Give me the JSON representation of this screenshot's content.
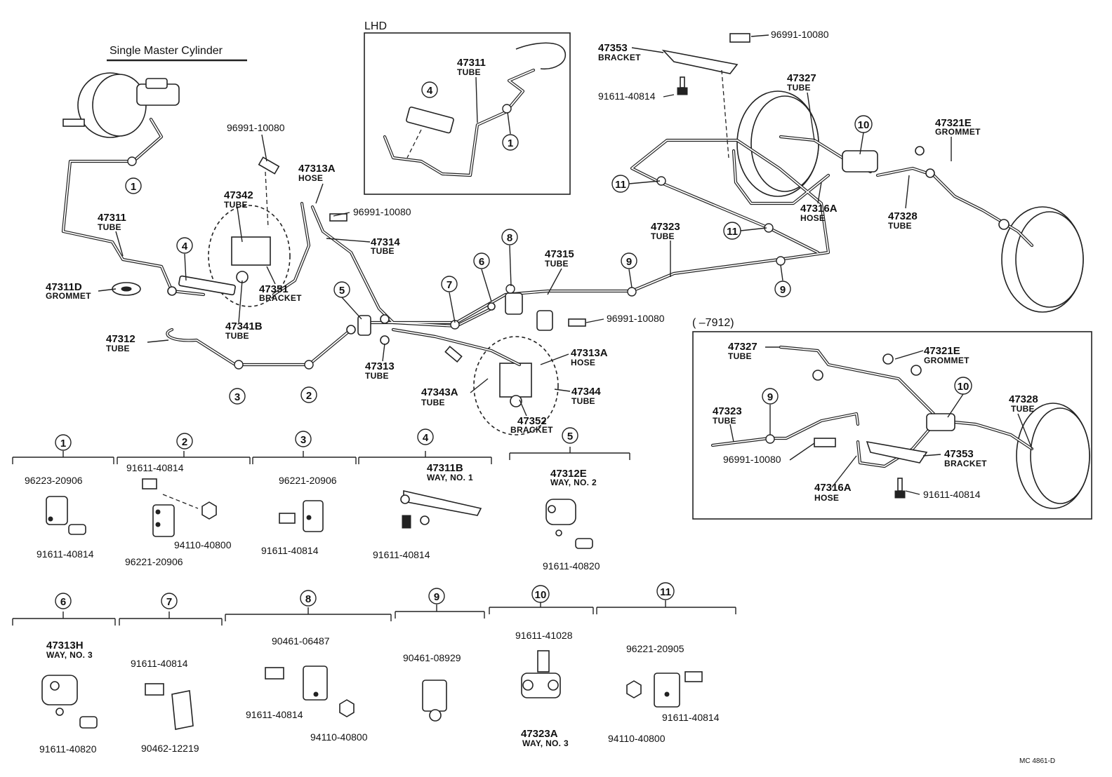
{
  "header": {
    "title": "Single Master Cylinder",
    "lhd": "LHD",
    "range": "(  –7912)",
    "code": "MC 4861-D"
  },
  "parts": [
    {
      "id": "p1",
      "pn": "96991-10080"
    },
    {
      "id": "p2",
      "pn": "47313A",
      "name": "HOSE"
    },
    {
      "id": "p3",
      "pn": "47342",
      "name": "TUBE"
    },
    {
      "id": "p4",
      "pn": "96991-10080"
    },
    {
      "id": "p5",
      "pn": "47311",
      "name": "TUBE"
    },
    {
      "id": "p6",
      "pn": "47314",
      "name": "TUBE"
    },
    {
      "id": "p7",
      "pn": "47311D",
      "name": "GROMMET"
    },
    {
      "id": "p8",
      "pn": "47351",
      "name": "BRACKET"
    },
    {
      "id": "p9",
      "pn": "47341B",
      "name": "TUBE"
    },
    {
      "id": "p10",
      "pn": "47312",
      "name": "TUBE"
    },
    {
      "id": "p11",
      "pn": "47313",
      "name": "TUBE"
    },
    {
      "id": "p12",
      "pn": "47315",
      "name": "TUBE"
    },
    {
      "id": "p13",
      "pn": "96991-10080"
    },
    {
      "id": "p14",
      "pn": "47313A",
      "name": "HOSE"
    },
    {
      "id": "p15",
      "pn": "47343A",
      "name": "TUBE"
    },
    {
      "id": "p16",
      "pn": "47344",
      "name": "TUBE"
    },
    {
      "id": "p17",
      "pn": "47352",
      "name": "BRACKET"
    },
    {
      "id": "p18",
      "pn": "47323",
      "name": "TUBE"
    },
    {
      "id": "p19",
      "pn": "47311",
      "name": "TUBE"
    },
    {
      "id": "p20",
      "pn": "47353",
      "name": "BRACKET"
    },
    {
      "id": "p21",
      "pn": "96991-10080"
    },
    {
      "id": "p22",
      "pn": "91611-40814"
    },
    {
      "id": "p23",
      "pn": "47327",
      "name": "TUBE"
    },
    {
      "id": "p24",
      "pn": "47321E",
      "name": "GROMMET"
    },
    {
      "id": "p25",
      "pn": "47316A",
      "name": "HOSE"
    },
    {
      "id": "p26",
      "pn": "47328",
      "name": "TUBE"
    },
    {
      "id": "p27",
      "pn": "47327",
      "name": "TUBE"
    },
    {
      "id": "p28",
      "pn": "47321E",
      "name": "GROMMET"
    },
    {
      "id": "p29",
      "pn": "47323",
      "name": "TUBE"
    },
    {
      "id": "p30",
      "pn": "47328",
      "name": "TUBE"
    },
    {
      "id": "p31",
      "pn": "96991-10080"
    },
    {
      "id": "p32",
      "pn": "47353",
      "name": "BRACKET"
    },
    {
      "id": "p33",
      "pn": "47316A",
      "name": "HOSE"
    },
    {
      "id": "p34",
      "pn": "91611-40814"
    }
  ],
  "clamp_parts": [
    {
      "id": "c1",
      "pn": "96223-20906"
    },
    {
      "id": "c2",
      "pn": "91611-40814"
    },
    {
      "id": "c3",
      "pn": "91611-40814"
    },
    {
      "id": "c4",
      "pn": "94110-40800"
    },
    {
      "id": "c5",
      "pn": "96221-20906"
    },
    {
      "id": "c6",
      "pn": "96221-20906"
    },
    {
      "id": "c7",
      "pn": "91611-40814"
    },
    {
      "id": "c8",
      "pn": "47311B",
      "name": "WAY, NO. 1"
    },
    {
      "id": "c9",
      "pn": "91611-40814"
    },
    {
      "id": "c10",
      "pn": "47312E",
      "name": "WAY, NO. 2"
    },
    {
      "id": "c11",
      "pn": "91611-40820"
    },
    {
      "id": "c12",
      "pn": "47313H",
      "name": "WAY, NO. 3"
    },
    {
      "id": "c13",
      "pn": "91611-40820"
    },
    {
      "id": "c14",
      "pn": "91611-40814"
    },
    {
      "id": "c15",
      "pn": "90462-12219"
    },
    {
      "id": "c16",
      "pn": "90461-06487"
    },
    {
      "id": "c17",
      "pn": "91611-40814"
    },
    {
      "id": "c18",
      "pn": "94110-40800"
    },
    {
      "id": "c19",
      "pn": "90461-08929"
    },
    {
      "id": "c20",
      "pn": "91611-41028"
    },
    {
      "id": "c21",
      "pn": "47323A",
      "name": "WAY, NO. 3"
    },
    {
      "id": "c22",
      "pn": "96221-20905"
    },
    {
      "id": "c23",
      "pn": "91611-40814"
    },
    {
      "id": "c24",
      "pn": "94110-40800"
    }
  ],
  "callouts": [
    "1",
    "2",
    "3",
    "4",
    "5",
    "6",
    "7",
    "8",
    "9",
    "10",
    "11"
  ]
}
